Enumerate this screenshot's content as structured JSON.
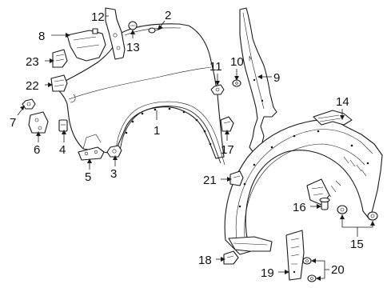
{
  "diagram": {
    "callouts": [
      {
        "id": "c1",
        "label": "1"
      },
      {
        "id": "c2",
        "label": "2"
      },
      {
        "id": "c3",
        "label": "3"
      },
      {
        "id": "c4",
        "label": "4"
      },
      {
        "id": "c5",
        "label": "5"
      },
      {
        "id": "c6",
        "label": "6"
      },
      {
        "id": "c7",
        "label": "7"
      },
      {
        "id": "c8",
        "label": "8"
      },
      {
        "id": "c9",
        "label": "9"
      },
      {
        "id": "c10",
        "label": "10"
      },
      {
        "id": "c11",
        "label": "11"
      },
      {
        "id": "c12",
        "label": "12"
      },
      {
        "id": "c13",
        "label": "13"
      },
      {
        "id": "c14",
        "label": "14"
      },
      {
        "id": "c15",
        "label": "15"
      },
      {
        "id": "c16",
        "label": "16"
      },
      {
        "id": "c17",
        "label": "17"
      },
      {
        "id": "c18",
        "label": "18"
      },
      {
        "id": "c19",
        "label": "19"
      },
      {
        "id": "c20",
        "label": "20"
      },
      {
        "id": "c21",
        "label": "21"
      },
      {
        "id": "c22",
        "label": "22"
      },
      {
        "id": "c23",
        "label": "23"
      }
    ],
    "line_color": "#1a1a1a",
    "background": "#ffffff"
  }
}
